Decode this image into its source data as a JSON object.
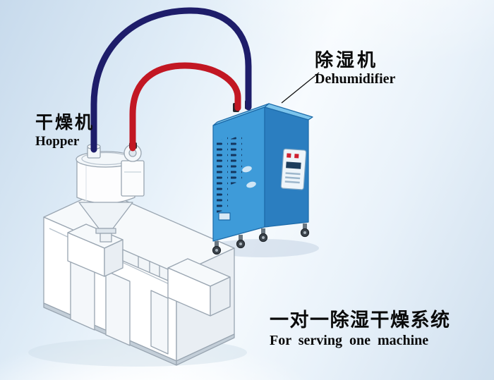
{
  "callouts": {
    "dehumidifier": {
      "cn": "除湿机",
      "en": "Dehumidifier"
    },
    "hopper": {
      "cn": "干燥机",
      "en": "Hopper"
    }
  },
  "caption": {
    "cn": "一对一除湿干燥系统",
    "en": "For serving one machine"
  },
  "colors": {
    "pipe_red": "#c21723",
    "pipe_blue": "#1e1d6a",
    "cabinet_front": "#3e9bd9",
    "cabinet_side": "#2b7ec0",
    "cabinet_top": "#7cc4ec",
    "vent_slot": "#14365e",
    "machine_line": "#99a5b1",
    "text": "#0a0a0a"
  }
}
